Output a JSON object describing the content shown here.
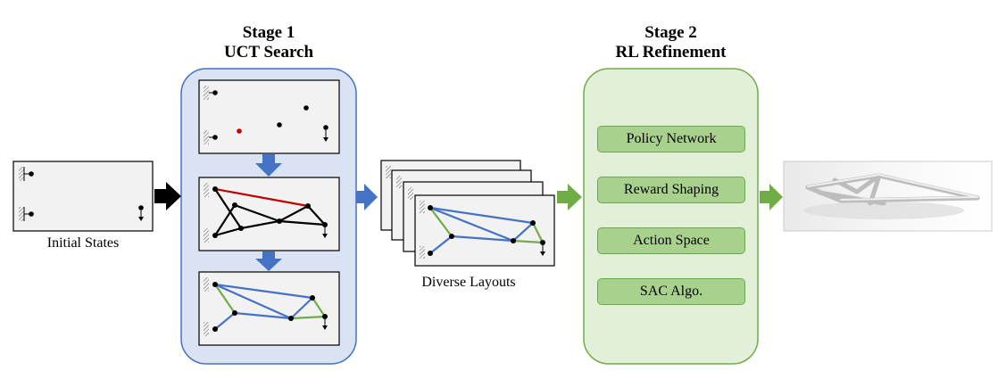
{
  "stage1": {
    "title_line1": "Stage 1",
    "title_line2": "UCT Search"
  },
  "stage2": {
    "title_line1": "Stage 2",
    "title_line2": "RL Refinement",
    "items": [
      "Policy Network",
      "Reward Shaping",
      "Action Space",
      "SAC Algo."
    ]
  },
  "captions": {
    "initial": "Initial States",
    "diverse": "Diverse Layouts"
  },
  "colors": {
    "stage1_bg": "#dae3f3",
    "stage1_border": "#4472c4",
    "stage2_bg": "#e2f0d9",
    "stage2_border": "#70ad47",
    "blue_arrow": "#4472c4",
    "green_arrow": "#70ad47",
    "member_red": "#c00000",
    "member_blue": "#4472c4",
    "member_green": "#70ad47"
  }
}
